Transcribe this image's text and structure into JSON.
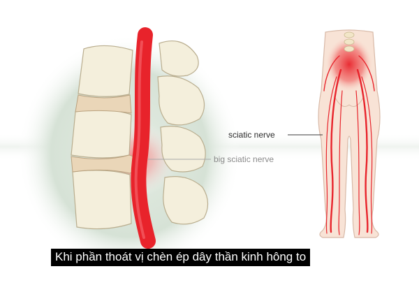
{
  "labels": {
    "sciatic_nerve": "sciatic nerve",
    "big_sciatic_nerve": "big sciatic nerve"
  },
  "caption": "Khi phần thoát vị chèn ép dây thần kinh hông to",
  "colors": {
    "nerve_red": "#e8232b",
    "inflammation_red": "#ef5a5a",
    "bone_cream": "#f4efdc",
    "disc_tan": "#ead6b8",
    "background_halo": "#dfe8df",
    "skin": "#f8e3d6"
  }
}
